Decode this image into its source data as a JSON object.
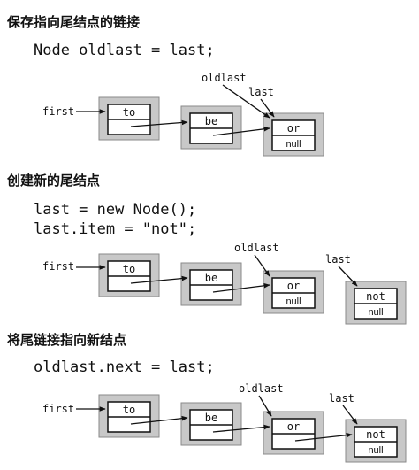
{
  "sections": [
    {
      "heading": "保存指向尾结点的链接",
      "code": [
        "Node oldlast = last;"
      ],
      "first_label": "first",
      "nodes": [
        {
          "item": "to"
        },
        {
          "item": "be"
        },
        {
          "item": "or",
          "next": "null"
        }
      ],
      "pointers": [
        {
          "label": "oldlast",
          "target": 2
        },
        {
          "label": "last",
          "target": 2
        }
      ]
    },
    {
      "heading": "创建新的尾结点",
      "code": [
        "last = new Node();",
        "last.item = \"not\";"
      ],
      "first_label": "first",
      "nodes": [
        {
          "item": "to"
        },
        {
          "item": "be"
        },
        {
          "item": "or",
          "next": "null"
        },
        {
          "item": "not",
          "next": "null"
        }
      ],
      "pointers": [
        {
          "label": "oldlast",
          "target": 2
        },
        {
          "label": "last",
          "target": 3
        }
      ]
    },
    {
      "heading": "将尾链接指向新结点",
      "code": [
        "oldlast.next = last;"
      ],
      "first_label": "first",
      "nodes": [
        {
          "item": "to"
        },
        {
          "item": "be"
        },
        {
          "item": "or"
        },
        {
          "item": "not",
          "next": "null"
        }
      ],
      "pointers": [
        {
          "label": "oldlast",
          "target": 2
        },
        {
          "label": "last",
          "target": 3
        }
      ]
    }
  ]
}
